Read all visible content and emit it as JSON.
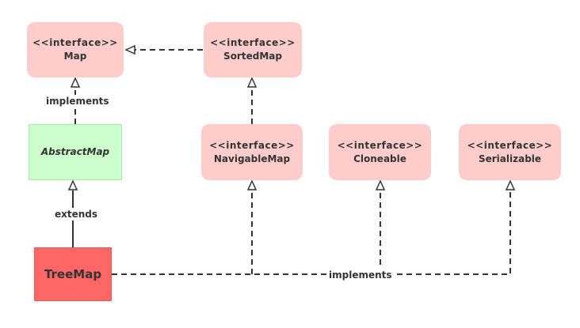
{
  "nodes": {
    "map": {
      "stereotype": "<<interface>>",
      "name": "Map"
    },
    "sortedmap": {
      "stereotype": "<<interface>>",
      "name": "SortedMap"
    },
    "abstractmap": {
      "name": "AbstractMap"
    },
    "navigablemap": {
      "stereotype": "<<interface>>",
      "name": "NavigableMap"
    },
    "cloneable": {
      "stereotype": "<<interface>>",
      "name": "Cloneable"
    },
    "serializable": {
      "stereotype": "<<interface>>",
      "name": "Serializable"
    },
    "treemap": {
      "name": "TreeMap"
    }
  },
  "edges": {
    "abstract_to_map": "implements",
    "treemap_to_abstract": "extends",
    "treemap_to_interfaces": "implements"
  },
  "colors": {
    "interface_fill": "#ffcccc",
    "abstract_fill": "#ccffcc",
    "class_fill": "#ff6666",
    "line": "#333333"
  }
}
